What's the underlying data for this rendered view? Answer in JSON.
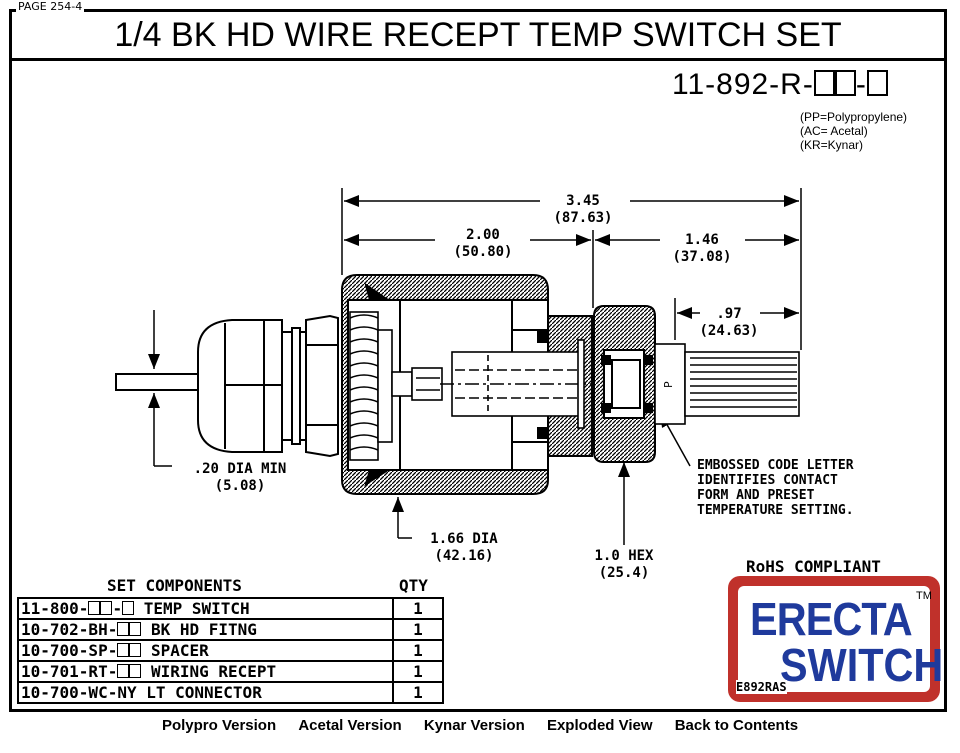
{
  "page_label": "PAGE 254-4",
  "title": "1/4 BK HD WIRE RECEPT TEMP SWITCH SET",
  "part_number": {
    "prefix": "11-892-R-",
    "separator": "-"
  },
  "materials": [
    "(PP=Polypropylene)",
    "(AC= Acetal)",
    "(KR=Kynar)"
  ],
  "dimensions": {
    "overall": {
      "value": "3.45",
      "metric": "(87.63)"
    },
    "body": {
      "value": "2.00",
      "metric": "(50.80)"
    },
    "switch": {
      "value": "1.46",
      "metric": "(37.08)"
    },
    "probe": {
      "value": ".97",
      "metric": "(24.63)"
    },
    "cable": {
      "value": ".20 DIA MIN",
      "metric": "(5.08)"
    },
    "dia": {
      "value": "1.66 DIA",
      "metric": "(42.16)"
    },
    "hex": {
      "value": "1.0 HEX",
      "metric": "(25.4)"
    }
  },
  "probe_letter": "P",
  "note": [
    "EMBOSSED CODE LETTER",
    "IDENTIFIES CONTACT",
    "FORM AND PRESET",
    "TEMPERATURE SETTING."
  ],
  "rohs": "RoHS COMPLIANT",
  "logo": {
    "line1": "ERECTA",
    "line2": "SWITCH",
    "tm": "TM",
    "code": "E892RAS",
    "color": "#1f3a9c",
    "border_color": "#c0312b"
  },
  "components": {
    "heading": "SET COMPONENTS",
    "qty_heading": "QTY",
    "rows": [
      {
        "name_pre": "11-800-",
        "boxes": 2,
        "name_mid": "-",
        "boxes2": 1,
        "name_post": " TEMP SWITCH",
        "qty": "1"
      },
      {
        "name_pre": "10-702-BH-",
        "boxes": 2,
        "name_mid": "",
        "boxes2": 0,
        "name_post": " BK HD FITNG",
        "qty": "1"
      },
      {
        "name_pre": "10-700-SP-",
        "boxes": 2,
        "name_mid": "",
        "boxes2": 0,
        "name_post": " SPACER",
        "qty": "1"
      },
      {
        "name_pre": "10-701-RT-",
        "boxes": 2,
        "name_mid": "",
        "boxes2": 0,
        "name_post": " WIRING RECEPT",
        "qty": "1"
      },
      {
        "name_pre": "10-700-WC-NY LT CONNECTOR",
        "boxes": 0,
        "name_mid": "",
        "boxes2": 0,
        "name_post": "",
        "qty": "1"
      }
    ]
  },
  "links": [
    "Polypro Version",
    "Acetal Version",
    "Kynar Version",
    "Exploded View",
    "Back to Contents"
  ]
}
